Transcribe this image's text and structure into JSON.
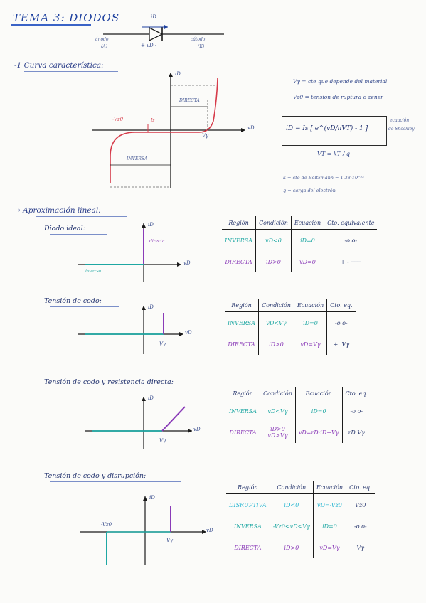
{
  "header": {
    "title": "TEMA 3: DIODOS"
  },
  "diode_symbol": {
    "current": "iD",
    "anode": "ánodo",
    "anode_tag": "(A)",
    "cathode": "cátodo",
    "cathode_tag": "(K)",
    "voltage": "+ vD -"
  },
  "section1": {
    "heading": "-1 Curva característica:",
    "graph": {
      "y_axis": "iD",
      "x_axis": "vD",
      "vz0": "-Vz0",
      "is": "Is",
      "vgamma": "Vγ",
      "directa": "DIRECTA",
      "inversa": "INVERSA"
    },
    "notes": {
      "line1": "Vγ = cte que depende del material",
      "line2": "Vz0 = tensión de ruptura o zener",
      "equation": "iD = Is [ e^(vD/nVT) - 1 ]",
      "eq_tag1": "ecuación",
      "eq_tag2": "de Shockley",
      "vt": "VT = kT / q",
      "k": "k = cte de Boltzmann = 1'38·10⁻²³",
      "q": "q = carga del electrón"
    }
  },
  "section2": {
    "heading": "→ Aproximación lineal:",
    "blocks": [
      {
        "title": "Diodo ideal:",
        "graph": {
          "y": "iD",
          "x": "vD",
          "note_dir": "directa",
          "note_inv": "inversa"
        },
        "table": {
          "headers": [
            "Región",
            "Condición",
            "Ecuación",
            "Cto. equivalente"
          ],
          "rows": [
            {
              "region": "INVERSA",
              "cond": "vD<0",
              "eq": "iD=0",
              "cto": "-o o-"
            },
            {
              "region": "DIRECTA",
              "cond": "iD>0",
              "eq": "vD=0",
              "cto": "+ - ───"
            }
          ]
        }
      },
      {
        "title": "Tensión de codo:",
        "graph": {
          "y": "iD",
          "x": "vD",
          "v": "Vγ"
        },
        "table": {
          "headers": [
            "Región",
            "Condición",
            "Ecuación",
            "Cto. eq."
          ],
          "rows": [
            {
              "region": "INVERSA",
              "cond": "vD<Vγ",
              "eq": "iD=0",
              "cto": "-o o-"
            },
            {
              "region": "DIRECTA",
              "cond": "iD>0",
              "eq": "vD=Vγ",
              "cto": "+|  Vγ"
            }
          ]
        }
      },
      {
        "title": "Tensión de codo y resistencia directa:",
        "graph": {
          "y": "iD",
          "x": "vD",
          "v": "Vγ"
        },
        "table": {
          "headers": [
            "Región",
            "Condición",
            "Ecuación",
            "Cto. eq."
          ],
          "rows": [
            {
              "region": "INVERSA",
              "cond": "vD<Vγ",
              "eq": "iD=0",
              "cto": "-o o-"
            },
            {
              "region": "DIRECTA",
              "cond": "iD>0",
              "cond2": "vD>Vγ",
              "eq": "vD=rD·iD+Vγ",
              "cto": "rD  Vγ"
            }
          ]
        }
      },
      {
        "title": "Tensión de codo y disrupción:",
        "graph": {
          "y": "iD",
          "x": "vD",
          "v": "Vγ",
          "vz": "-Vz0"
        },
        "table": {
          "headers": [
            "Región",
            "Condición",
            "Ecuación",
            "Cto. eq."
          ],
          "rows": [
            {
              "region": "DISRUPTIVA",
              "cond": "iD<0",
              "eq": "vD=-Vz0",
              "cto": "Vz0"
            },
            {
              "region": "INVERSA",
              "cond": "-Vz0<vD<Vγ",
              "eq": "iD=0",
              "cto": "-o o-"
            },
            {
              "region": "DIRECTA",
              "cond": "iD>0",
              "eq": "vD=Vγ",
              "cto": "Vγ"
            }
          ]
        }
      }
    ]
  },
  "colors": {
    "ink": "#1d2a5c",
    "title_blue": "#1c3f9e",
    "inversa": "#1ea7a3",
    "directa": "#8a3bb8",
    "curve": "#d63b4a",
    "axis": "#1b1b1b"
  }
}
